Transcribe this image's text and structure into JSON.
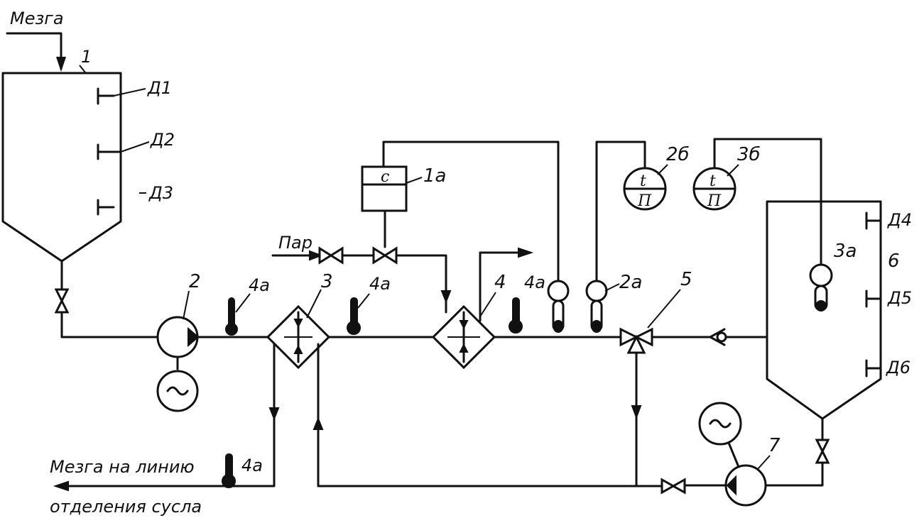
{
  "labels": {
    "input": "Мезга",
    "output_line1": "Мезга на линию",
    "output_line2": "отделения сусла",
    "steam": "Пар",
    "tank1": "1",
    "pump2": "2",
    "hx3": "3",
    "hx4": "4",
    "valve5": "5",
    "tank6": "6",
    "pump7": "7",
    "ctrl1a": "1а",
    "probe2a": "2а",
    "rec2b": "2б",
    "probe3a": "3а",
    "rec3b": "3б",
    "therm_a": "4а",
    "therm_b": "4а",
    "therm_c": "4а",
    "therm_d": "4а",
    "d1": "Д1",
    "d2": "Д2",
    "d3": "Д3",
    "d4": "Д4",
    "d5": "Д5",
    "d6": "Д6"
  },
  "glyphs": {
    "recorder_top": "t",
    "recorder_bottom": "П",
    "controller_mark": "c",
    "motor": "~"
  }
}
